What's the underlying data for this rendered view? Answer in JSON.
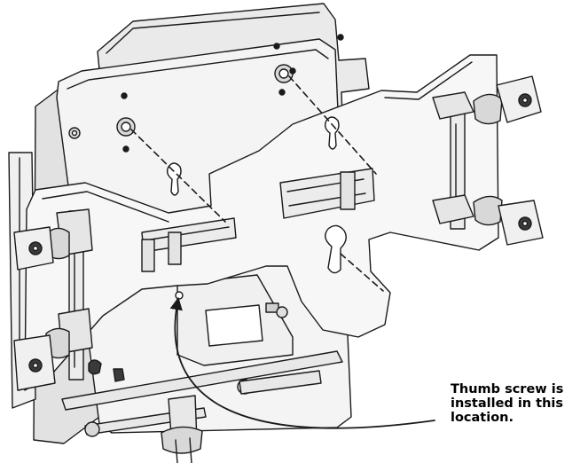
{
  "callout": {
    "lines": [
      "Thumb screw is",
      "installed in this",
      "location."
    ]
  },
  "colors": {
    "line": "#1a1a1a",
    "part_fill": "#eaeaea",
    "plate_fill": "#f4f4f4",
    "dark_fill": "#3a3a3a",
    "background": "#ffffff"
  },
  "icons": {
    "pointer": "curved-arrow-icon"
  }
}
